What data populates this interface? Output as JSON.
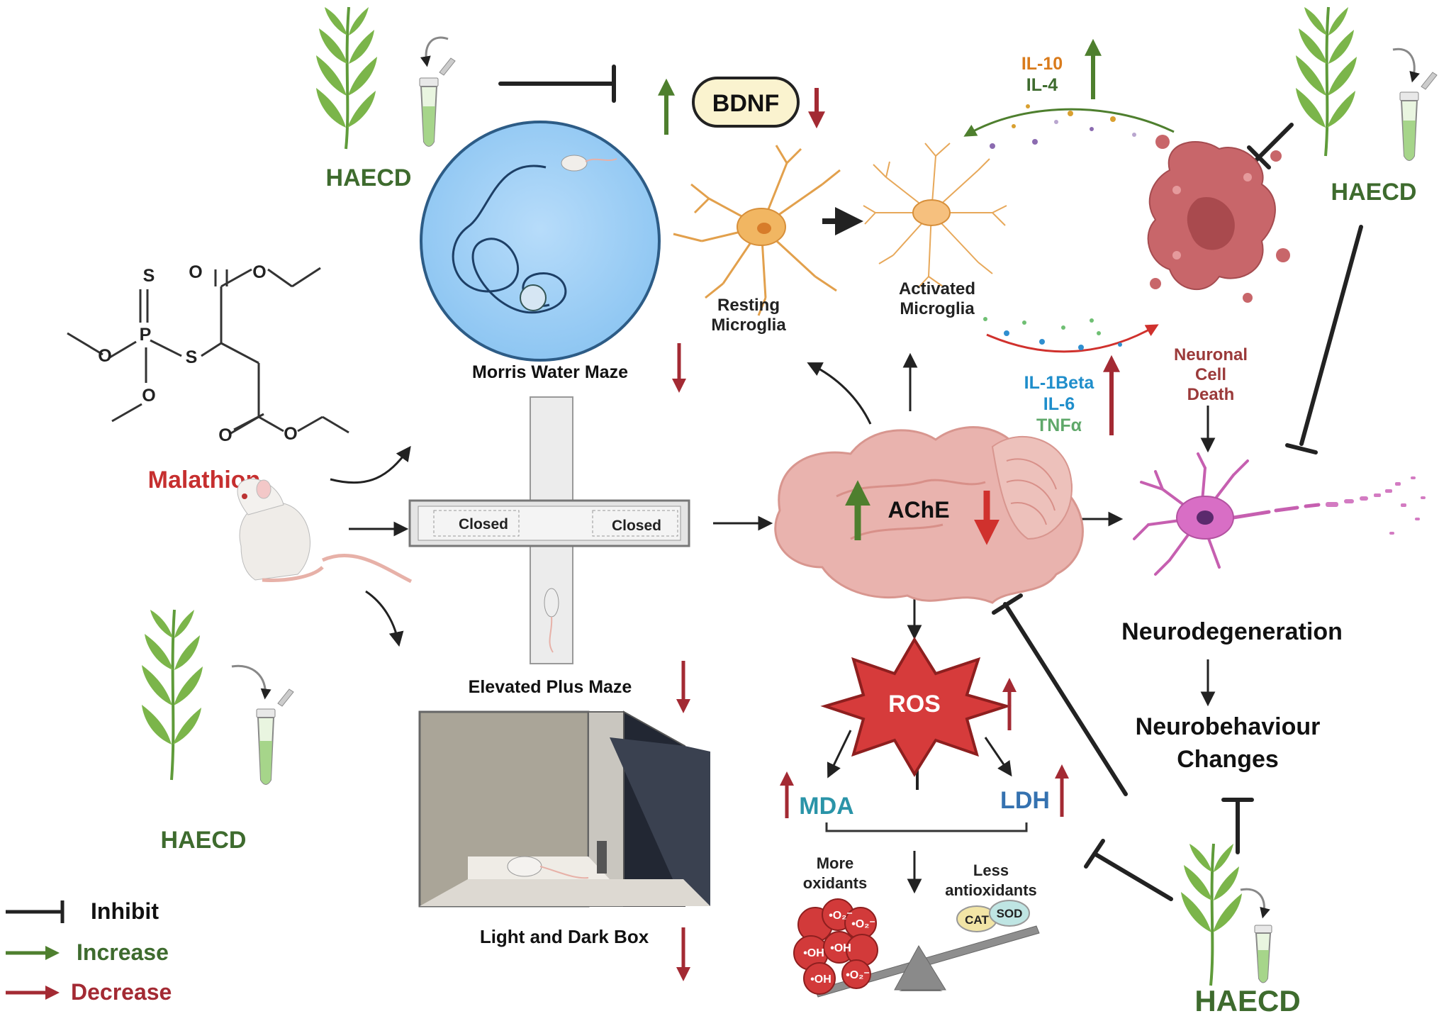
{
  "colors": {
    "green": "#3e6b2e",
    "red": "#c62f2f",
    "darkred": "#a32a33",
    "blue": "#1f8ecb",
    "orange": "#d97b1c",
    "teal": "#2a94a8",
    "black": "#222222",
    "brown": "#9b3a3a"
  },
  "labels": {
    "haecd": "HAECD",
    "malathion": "Malathion",
    "bdnf": "BDNF",
    "morris": "Morris Water Maze",
    "elevated": "Elevated Plus Maze",
    "closed": "Closed",
    "light_dark": "Light and Dark Box",
    "resting_1": "Resting",
    "resting_2": "Microglia",
    "activated_1": "Activated",
    "activated_2": "Microglia",
    "il10": "IL-10",
    "il4": "IL-4",
    "il1beta": "IL-1Beta",
    "il6": "IL-6",
    "tnfa": "TNFα",
    "neuronal_1": "Neuronal",
    "neuronal_2": "Cell",
    "neuronal_3": "Death",
    "ache": "AChE",
    "neurodegeneration": "Neurodegeneration",
    "neurobehaviour_1": "Neurobehaviour",
    "neurobehaviour_2": "Changes",
    "ros": "ROS",
    "mda": "MDA",
    "ldh": "LDH",
    "more_oxidants_1": "More",
    "more_oxidants_2": "oxidants",
    "less_antioxidants_1": "Less",
    "less_antioxidants_2": "antioxidants",
    "cat": "CAT",
    "sod": "SOD",
    "oh": "•OH",
    "o2": "•O₂⁻"
  },
  "chemical": {
    "atoms": [
      "S",
      "P",
      "O",
      "O",
      "S",
      "O",
      "O",
      "O",
      "O"
    ]
  },
  "legend": {
    "inhibit": "Inhibit",
    "increase": "Increase",
    "decrease": "Decrease"
  }
}
